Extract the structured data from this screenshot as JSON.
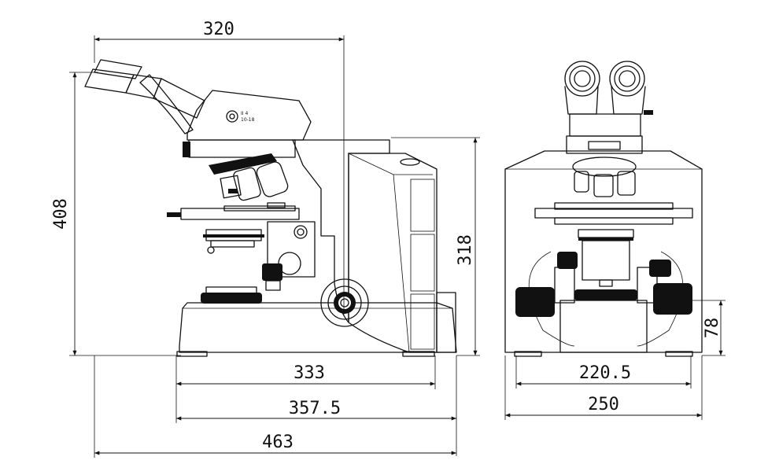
{
  "dimensions": {
    "side_top_width": "320",
    "side_height": "408",
    "body_height": "318",
    "base_depth": "333",
    "stage_depth": "357.5",
    "total_depth": "463",
    "front_base_width": "220.5",
    "front_total_width": "250",
    "focus_knob_height": "78"
  },
  "colors": {
    "line": "#111111",
    "background": "#ffffff"
  }
}
